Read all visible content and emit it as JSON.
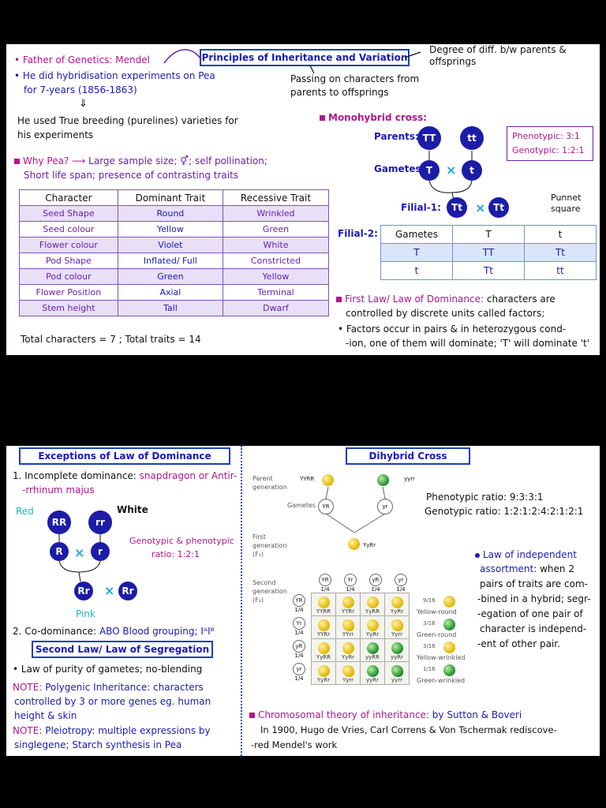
{
  "panel1": {
    "title": "Principles of Inheritance and Variation",
    "note_right": "Degree of diff. b/w parents & offsprings",
    "note_passing": "Passing on characters from parents to offsprings",
    "father": "• Father of Genetics: Mendel",
    "hybrid_line1": "• He did hybridisation experiments on Pea",
    "hybrid_line2": "for 7-years (1856-1863)",
    "true_line1": "He used True breeding (purelines) varieties for",
    "true_line2": "his experiments",
    "why_pea_head": "Why Pea? ⟶",
    "why_pea_text": "Large sample size; ⚥; self pollination;",
    "why_pea_text2": "Short life span; presence of contrasting traits",
    "table_headers": [
      "Character",
      "Dominant Trait",
      "Recessive Trait"
    ],
    "table_rows": [
      [
        "Seed Shape",
        "Round",
        "Wrinkled"
      ],
      [
        "Seed colour",
        "Yellow",
        "Green"
      ],
      [
        "Flower colour",
        "Violet",
        "White"
      ],
      [
        "Pod Shape",
        "Inflated/ Full",
        "Constricted"
      ],
      [
        "Pod colour",
        "Green",
        "Yellow"
      ],
      [
        "Flower Position",
        "Axial",
        "Terminal"
      ],
      [
        "Stem height",
        "Tall",
        "Dwarf"
      ]
    ],
    "total": "Total characters = 7 ; Total traits = 14",
    "mono_head": "Monohybrid cross:",
    "parents_label": "Parents:",
    "gametes_label": "Gametes:",
    "parent1": "TT",
    "parent2": "tt",
    "gamete1": "T",
    "gamete2": "t",
    "cross": "×",
    "phenotypic": "Phenotypic: 3:1",
    "genotypic": "Genotypic: 1:2:1",
    "filial1_label": "Filial-1:",
    "f1a": "Tt",
    "f1b": "Tt",
    "filial2_label": "Filial-2:",
    "punnet_label": "Punnet square",
    "punnet": [
      [
        "Gametes",
        "T",
        "t"
      ],
      [
        "T",
        "TT",
        "Tt"
      ],
      [
        "t",
        "Tt",
        "tt"
      ]
    ],
    "law1_head": "First Law/ Law of Dominance:",
    "law1_text1": "characters are",
    "law1_text2": "controlled by discrete units called factors;",
    "law1_text3": "• Factors occur in pairs & in heterozygous cond-",
    "law1_text4": "-ion, one of them will dominate; 'T' will dominate 't'"
  },
  "panel2": {
    "exceptions_title": "Exceptions of Law of Dominance",
    "incomplete_head": "1. Incomplete dominance:",
    "incomplete_text1": "snapdragon or Antir-",
    "incomplete_text2": "-rrhinum majus",
    "red": "Red",
    "white": "White",
    "rr_up": "RR",
    "rr_low": "rr",
    "gR": "R",
    "gr": "r",
    "cross": "×",
    "f1a": "Rr",
    "f1b": "Rr",
    "pink": "Pink",
    "ratio1": "Genotypic & phenotypic",
    "ratio2": "ratio: 1:2:1",
    "codom_head": "2. Co-dominance:",
    "codom_text": "ABO Blood grouping; IᴬIᴮ",
    "second_law_title": "Second Law/ Law of Segregation",
    "seg_text": "• Law of purity of gametes; no-blending",
    "note1_head": "NOTE:",
    "note1_text1": "Polygenic Inheritance: characters",
    "note1_text2": "controlled by 3 or more genes eg. human",
    "note1_text3": "height & skin",
    "note2_head": "NOTE:",
    "note2_text1": "Pleiotropy: multiple expressions by",
    "note2_text2": "singlegene; Starch synthesis in Pea",
    "dihybrid_title": "Dihybrid Cross",
    "parent_gen": "Parent generation",
    "gametes": "Gametes",
    "first_gen": "First generation (F₁)",
    "second_gen": "Second generation (F₂)",
    "p_yyrr1": "YYRR",
    "p_yyrr2": "yyrr",
    "g_yr1": "YR",
    "g_yr2": "yr",
    "f1_geno": "YyRr",
    "grid_cols": [
      "YR",
      "Yr",
      "yR",
      "yr"
    ],
    "grid_frac": "1/4",
    "grid_rows": [
      [
        "YYRR",
        "YYRr",
        "YyRR",
        "YyRr"
      ],
      [
        "YYRr",
        "YYrr",
        "YyRr",
        "Yyrr"
      ],
      [
        "YyRR",
        "YyRr",
        "yyRR",
        "yyRr"
      ],
      [
        "YyRr",
        "Yyrr",
        "yyRr",
        "yyrr"
      ]
    ],
    "grid_colors": [
      [
        "y",
        "y",
        "y",
        "y"
      ],
      [
        "y",
        "yw",
        "y",
        "yw"
      ],
      [
        "y",
        "y",
        "g",
        "g"
      ],
      [
        "y",
        "yw",
        "g",
        "gw"
      ]
    ],
    "legend": [
      {
        "frac": "9/16",
        "label": "Yellow-round",
        "color": "y"
      },
      {
        "frac": "3/16",
        "label": "Green-round",
        "color": "g"
      },
      {
        "frac": "3/16",
        "label": "Yellow-wrinkled",
        "color": "yw"
      },
      {
        "frac": "1/16",
        "label": "Green-wrinkled",
        "color": "gw"
      }
    ],
    "pheno_ratio": "Phenotypic ratio: 9:3:3:1",
    "geno_ratio": "Genotypic ratio: 1:2:1:2:4:2:1:2:1",
    "law3_head": "Law of independent",
    "law3_head2": "assortment:",
    "law3_l1": "when 2",
    "law3_l2": "pairs of traits are com-",
    "law3_l3": "-bined in a hybrid; segr-",
    "law3_l4": "-egation of one pair of",
    "law3_l5": "character is independ-",
    "law3_l6": "-ent of other pair.",
    "chromo_head": "Chromosomal theory of inheritance:",
    "chromo_by": "by Sutton & Boveri",
    "chromo_l1": "In 1900, Hugo de Vries, Carl Correns & Von Tschermak rediscove-",
    "chromo_l2": "-red Mendel's work"
  },
  "colors": {
    "navy": "#1c1ca8",
    "accent": "#b0168f",
    "purple": "#6a1fb0",
    "blue": "#1a1ab8"
  }
}
